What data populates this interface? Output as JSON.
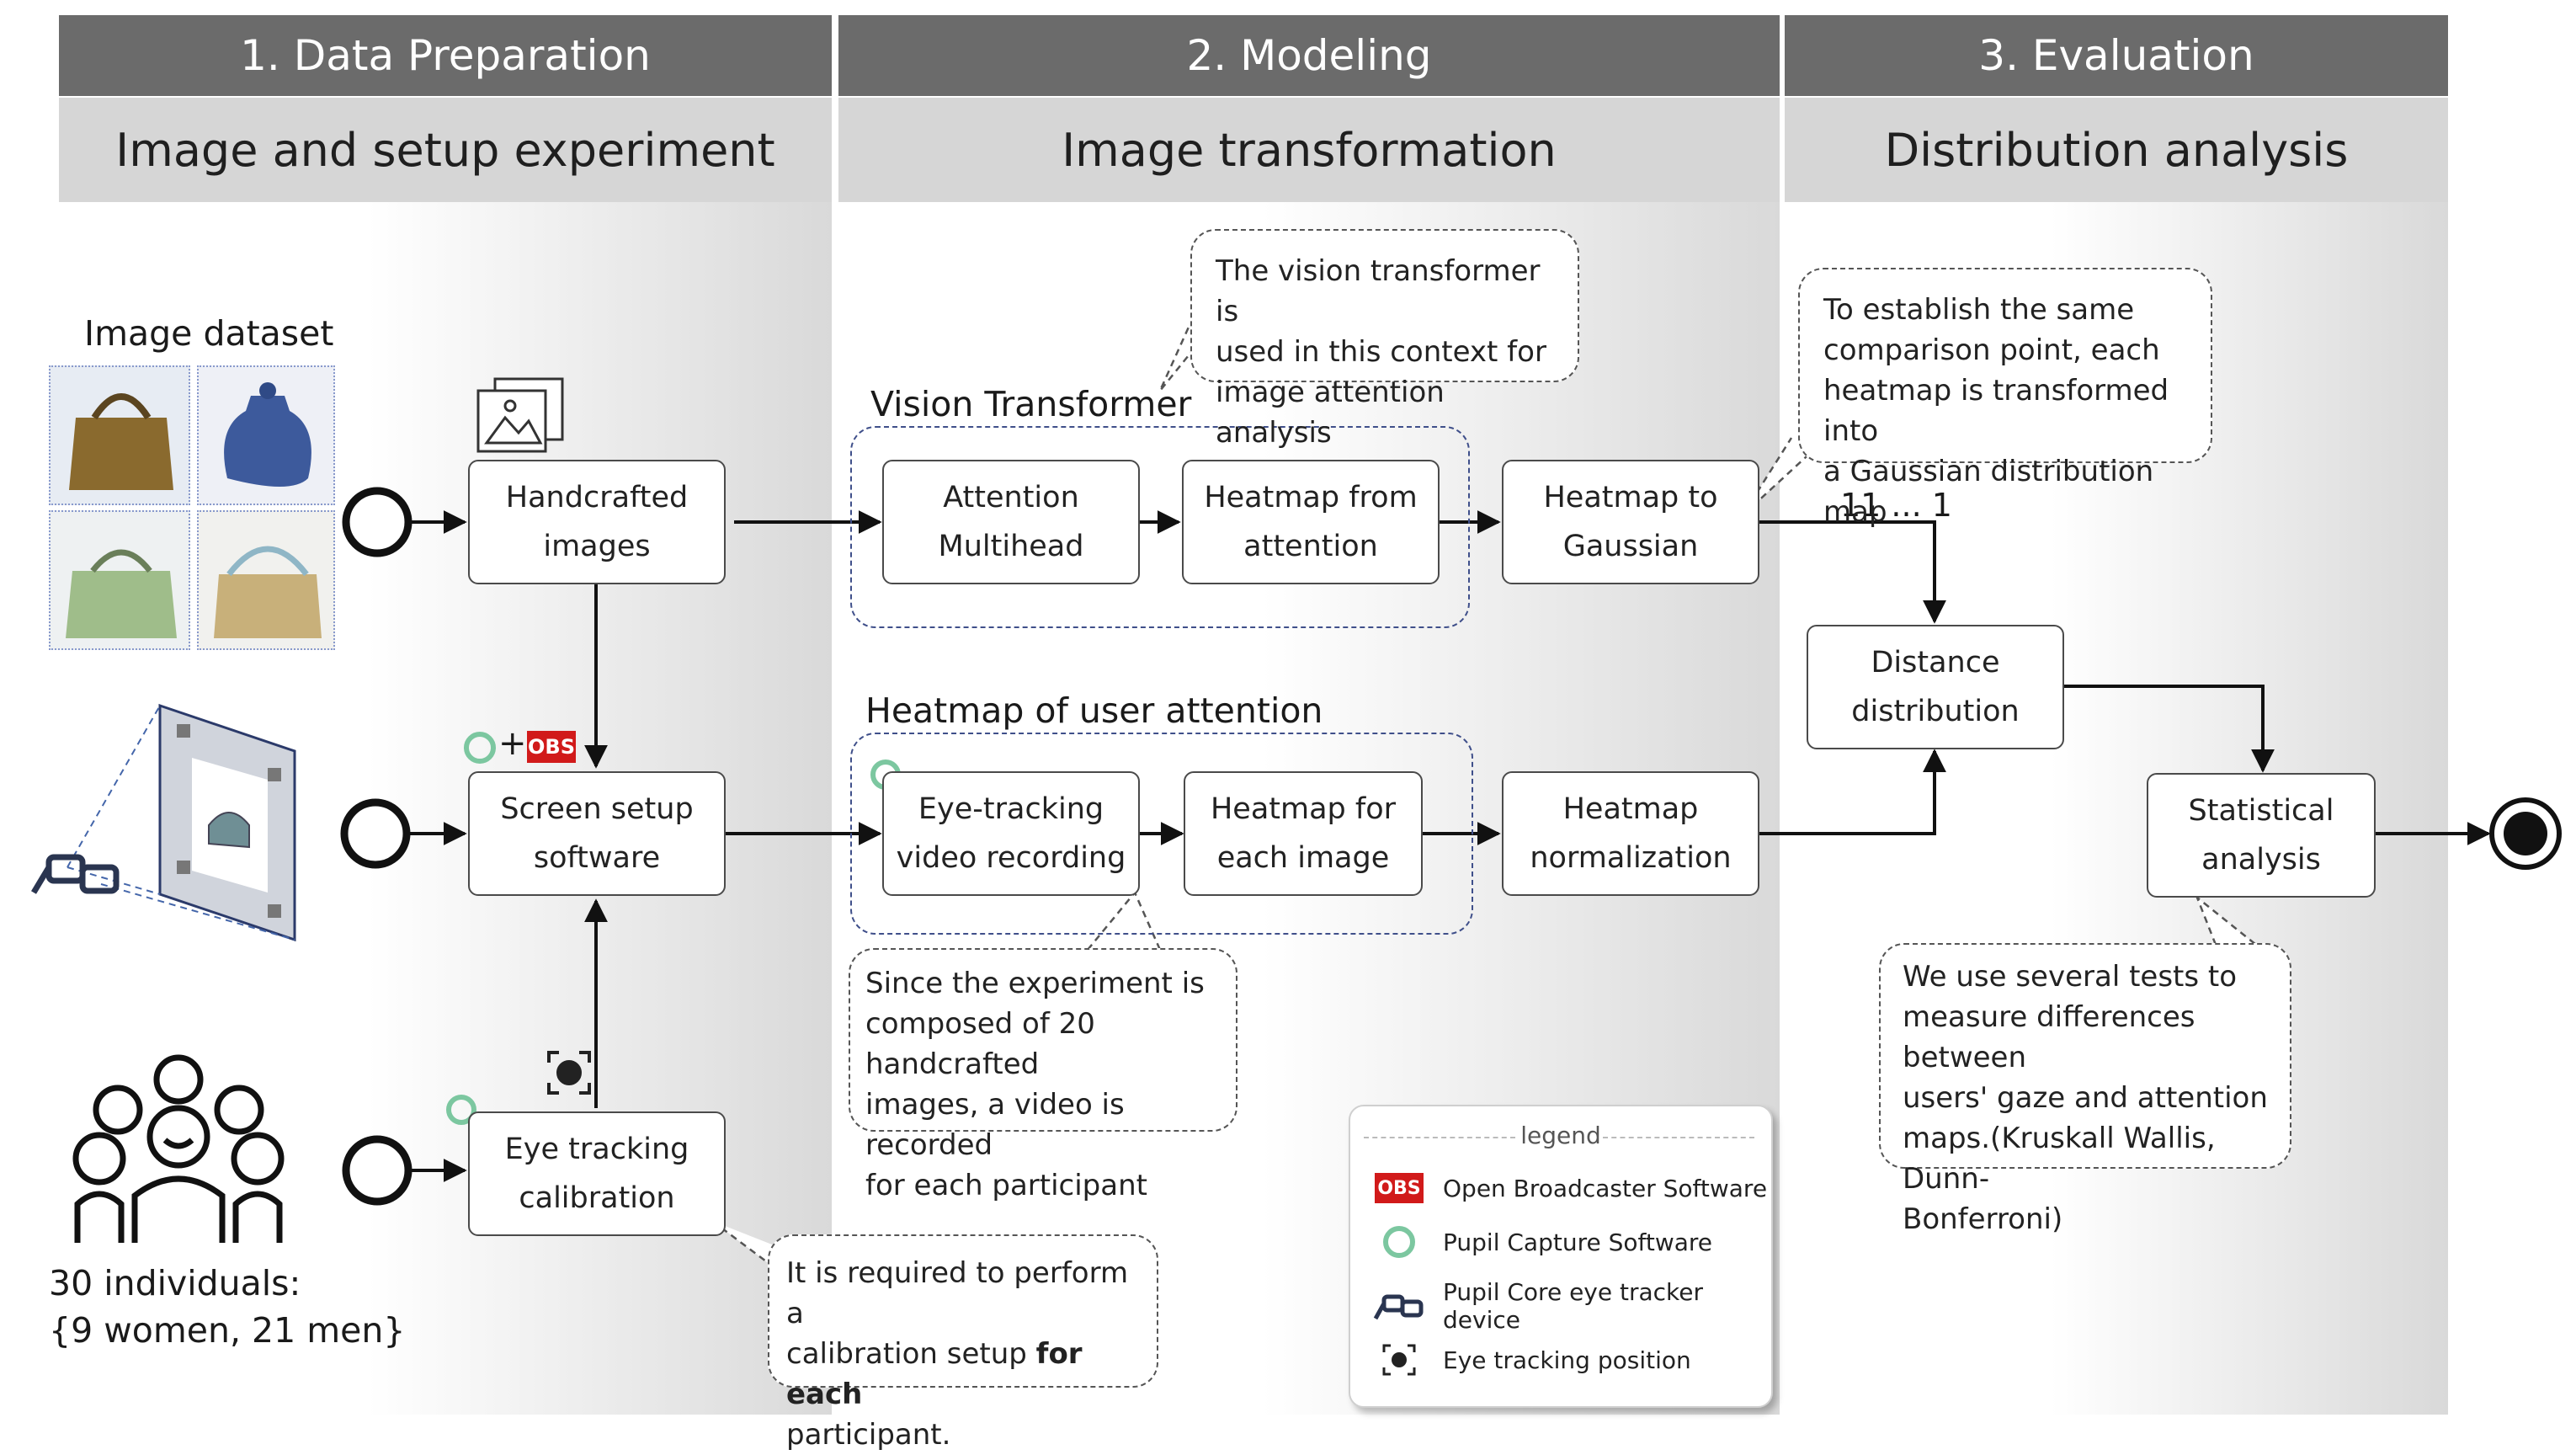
{
  "lanes": [
    {
      "title": "1. Data Preparation",
      "subtitle": "Image and setup experiment"
    },
    {
      "title": "2. Modeling",
      "subtitle": "Image transformation"
    },
    {
      "title": "3. Evaluation",
      "subtitle": "Distribution analysis"
    }
  ],
  "left": {
    "dataset_label": "Image dataset",
    "participants_line1": "30 individuals:",
    "participants_line2": "{9 women, 21 men}"
  },
  "nodes": {
    "handcrafted": [
      "Handcrafted",
      "images"
    ],
    "screen_setup": [
      "Screen setup",
      "software"
    ],
    "eye_calibration": [
      "Eye tracking",
      "calibration"
    ],
    "attention_multihead": [
      "Attention",
      "Multihead"
    ],
    "heatmap_from_attention": [
      "Heatmap from",
      "attention"
    ],
    "heatmap_to_gaussian": [
      "Heatmap to",
      "Gaussian"
    ],
    "eye_video": [
      "Eye-tracking",
      "video recording"
    ],
    "heatmap_each_image": [
      "Heatmap for",
      "each image"
    ],
    "heatmap_normalization": [
      "Heatmap",
      "normalization"
    ],
    "distance_distribution": [
      "Distance",
      "distribution"
    ],
    "statistical_analysis": [
      "Statistical",
      "analysis"
    ]
  },
  "groups": {
    "vit_label": "Vision Transformer",
    "user_label": "Heatmap of user attention"
  },
  "flow_label": "11 ... 1",
  "notes": {
    "vit": [
      "The vision transformer is",
      "used in this context for",
      "image attention analysis"
    ],
    "gaussian": [
      "To establish the same",
      "comparison point, each",
      "heatmap is transformed into",
      "a Gaussian distribution map"
    ],
    "video": [
      "Since the experiment is",
      "composed of 20 handcrafted",
      "images, a video is recorded",
      "for each participant"
    ],
    "calibration_pre": "It is required to perform a",
    "calibration_mid": "calibration setup ",
    "calibration_bold": "for each",
    "calibration_post": "participant.",
    "stats": [
      "We use several tests to",
      "measure differences between",
      "users' gaze and attention",
      "maps.(Kruskall Wallis, Dunn-",
      "Bonferroni)"
    ]
  },
  "legend": {
    "title": "legend",
    "items": [
      {
        "icon": "obs-icon",
        "label": "Open Broadcaster Software"
      },
      {
        "icon": "pupil-capture-icon",
        "label": "Pupil Capture Software"
      },
      {
        "icon": "eye-tracker-glasses-icon",
        "label": "Pupil Core eye tracker device"
      },
      {
        "icon": "eye-tracking-position-icon",
        "label": "Eye tracking position"
      }
    ]
  },
  "badges": {
    "obs": "OBS",
    "plus": "+"
  },
  "colors": {
    "lane_header": "#6b6b6b",
    "lane_sub": "#d6d6d6",
    "group_border": "#3f4f8a",
    "obs_red": "#d11a1a",
    "pupil_green": "#7cc7a0"
  }
}
